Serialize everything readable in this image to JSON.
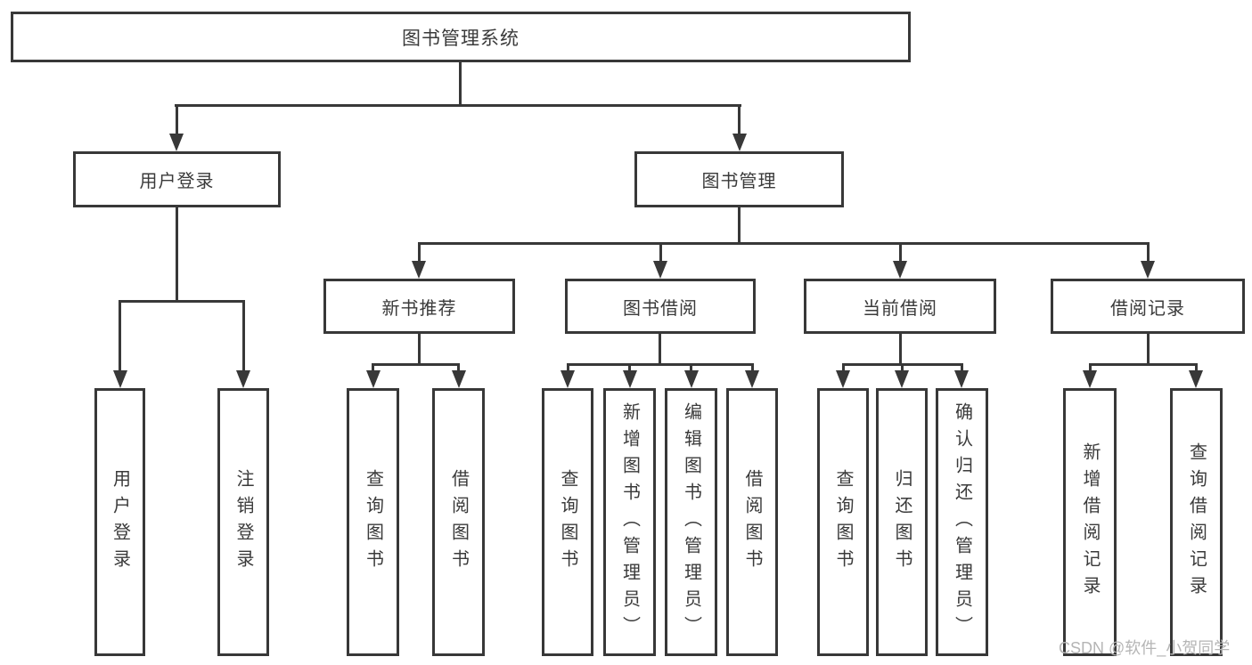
{
  "diagram": {
    "title": "图书管理系统",
    "level1": [
      {
        "label": "用户登录"
      },
      {
        "label": "图书管理"
      }
    ],
    "level2": [
      {
        "label": "新书推荐"
      },
      {
        "label": "图书借阅"
      },
      {
        "label": "当前借阅"
      },
      {
        "label": "借阅记录"
      }
    ],
    "leaves": [
      {
        "label": "用户登录"
      },
      {
        "label": "注销登录"
      },
      {
        "label": "查询图书"
      },
      {
        "label": "借阅图书"
      },
      {
        "label": "查询图书"
      },
      {
        "label": "新增图书（管理员）"
      },
      {
        "label": "编辑图书（管理员）"
      },
      {
        "label": "借阅图书"
      },
      {
        "label": "查询图书"
      },
      {
        "label": "归还图书"
      },
      {
        "label": "确认归还（管理员）"
      },
      {
        "label": "新增借阅记录"
      },
      {
        "label": "查询借阅记录"
      }
    ]
  },
  "watermark": {
    "text": "CSDN @软件_小贺同学"
  },
  "colors": {
    "line": "#383838",
    "text": "#3a3a3a",
    "watermark": "#b5b5b5",
    "background": "#ffffff"
  }
}
